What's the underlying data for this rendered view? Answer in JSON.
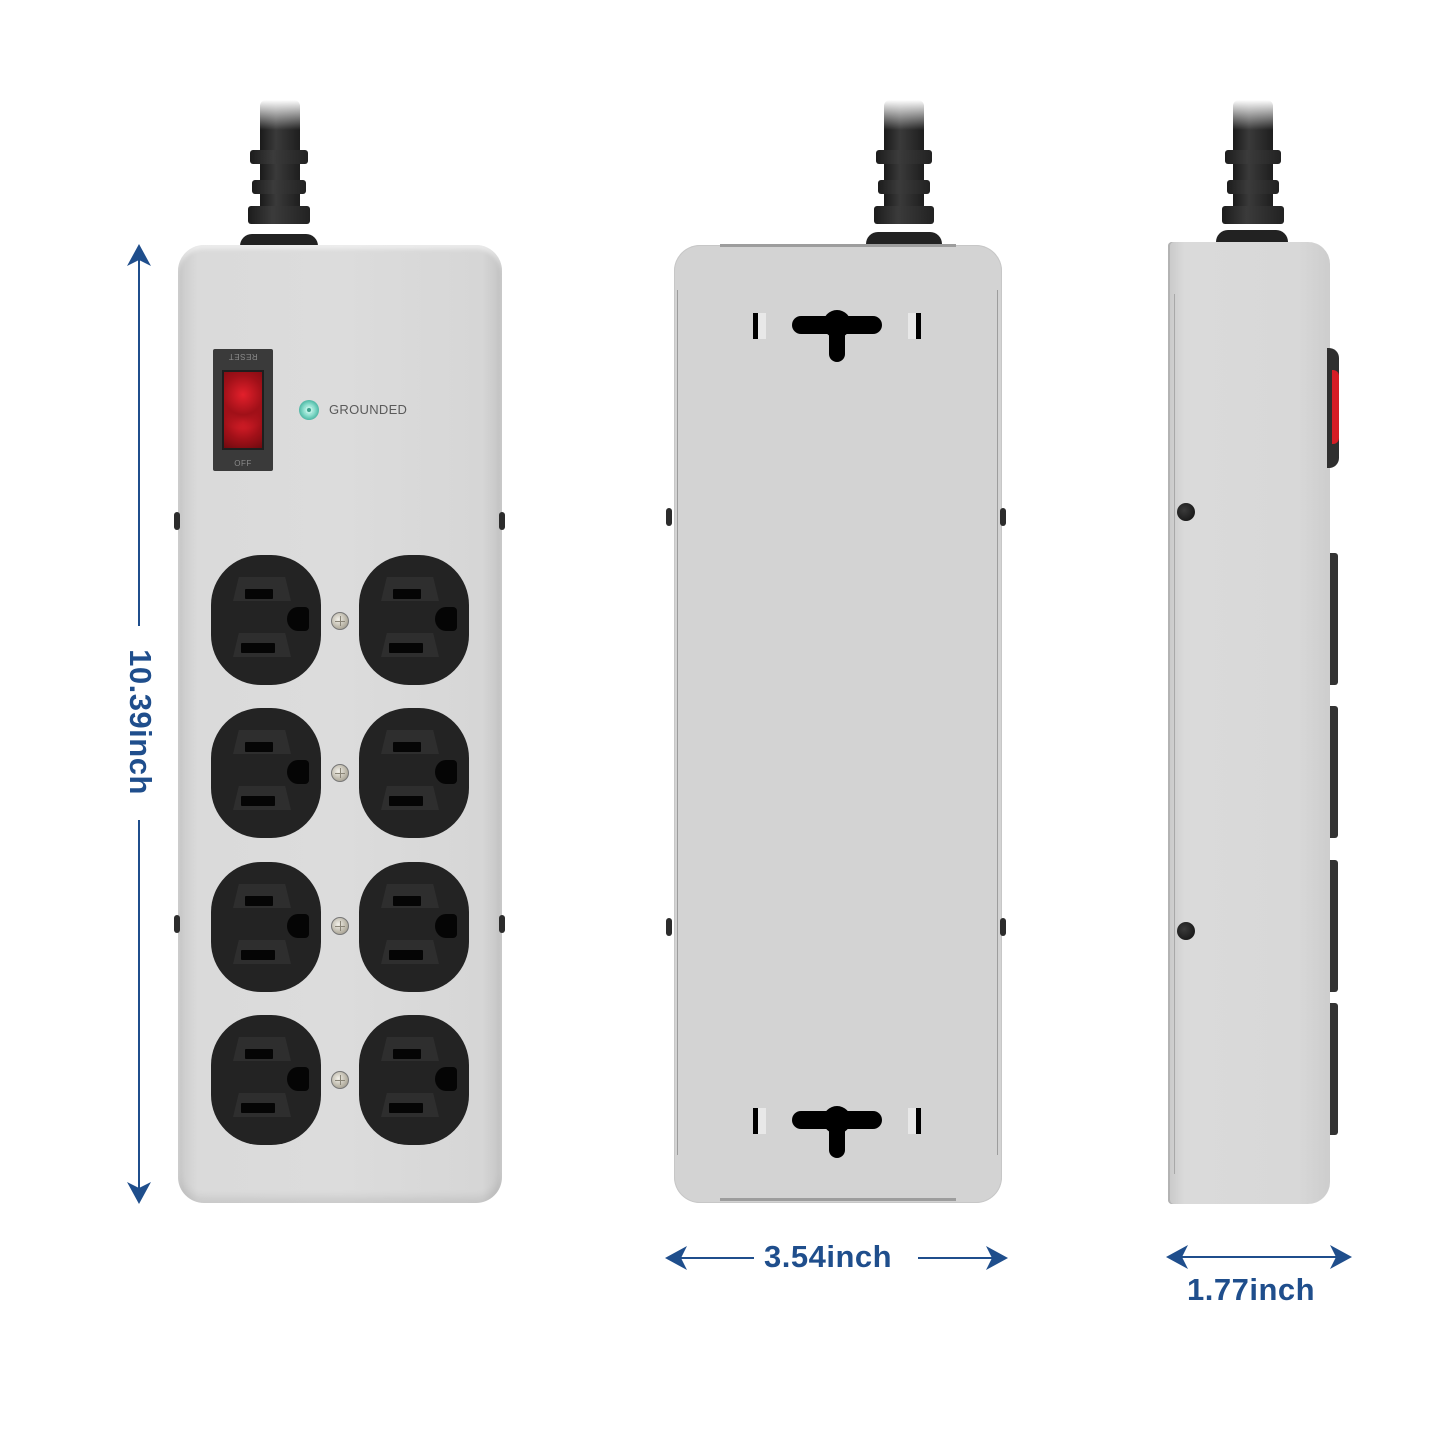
{
  "figure": {
    "type": "product-dimension-diagram",
    "subject": "8-outlet metal power strip",
    "background_color": "#ffffff",
    "accent_color": "#1f4e8c"
  },
  "views": {
    "front": {
      "switch": {
        "top_label": "RESET",
        "bottom_label": "OFF",
        "rocker_color": "#c8141e"
      },
      "indicator": {
        "label": "GROUNDED",
        "led_color": "#6fd0bf"
      },
      "outlets": {
        "rows": 4,
        "columns": 2,
        "count": 8,
        "type": "NEMA 5-15R grounded",
        "color": "#232323"
      },
      "housing_color": "#d8d8d8"
    },
    "back": {
      "keyhole_mounts": 2,
      "housing_color": "#d3d3d3"
    },
    "side": {
      "housing_color": "#d6d6d6",
      "mounting_bumps": 2
    }
  },
  "dimensions": {
    "length": {
      "label": "10.39inch",
      "value": 10.39,
      "unit": "inch",
      "orientation": "vertical"
    },
    "width": {
      "label": "3.54inch",
      "value": 3.54,
      "unit": "inch",
      "orientation": "horizontal"
    },
    "depth": {
      "label": "1.77inch",
      "value": 1.77,
      "unit": "inch",
      "orientation": "horizontal"
    }
  }
}
